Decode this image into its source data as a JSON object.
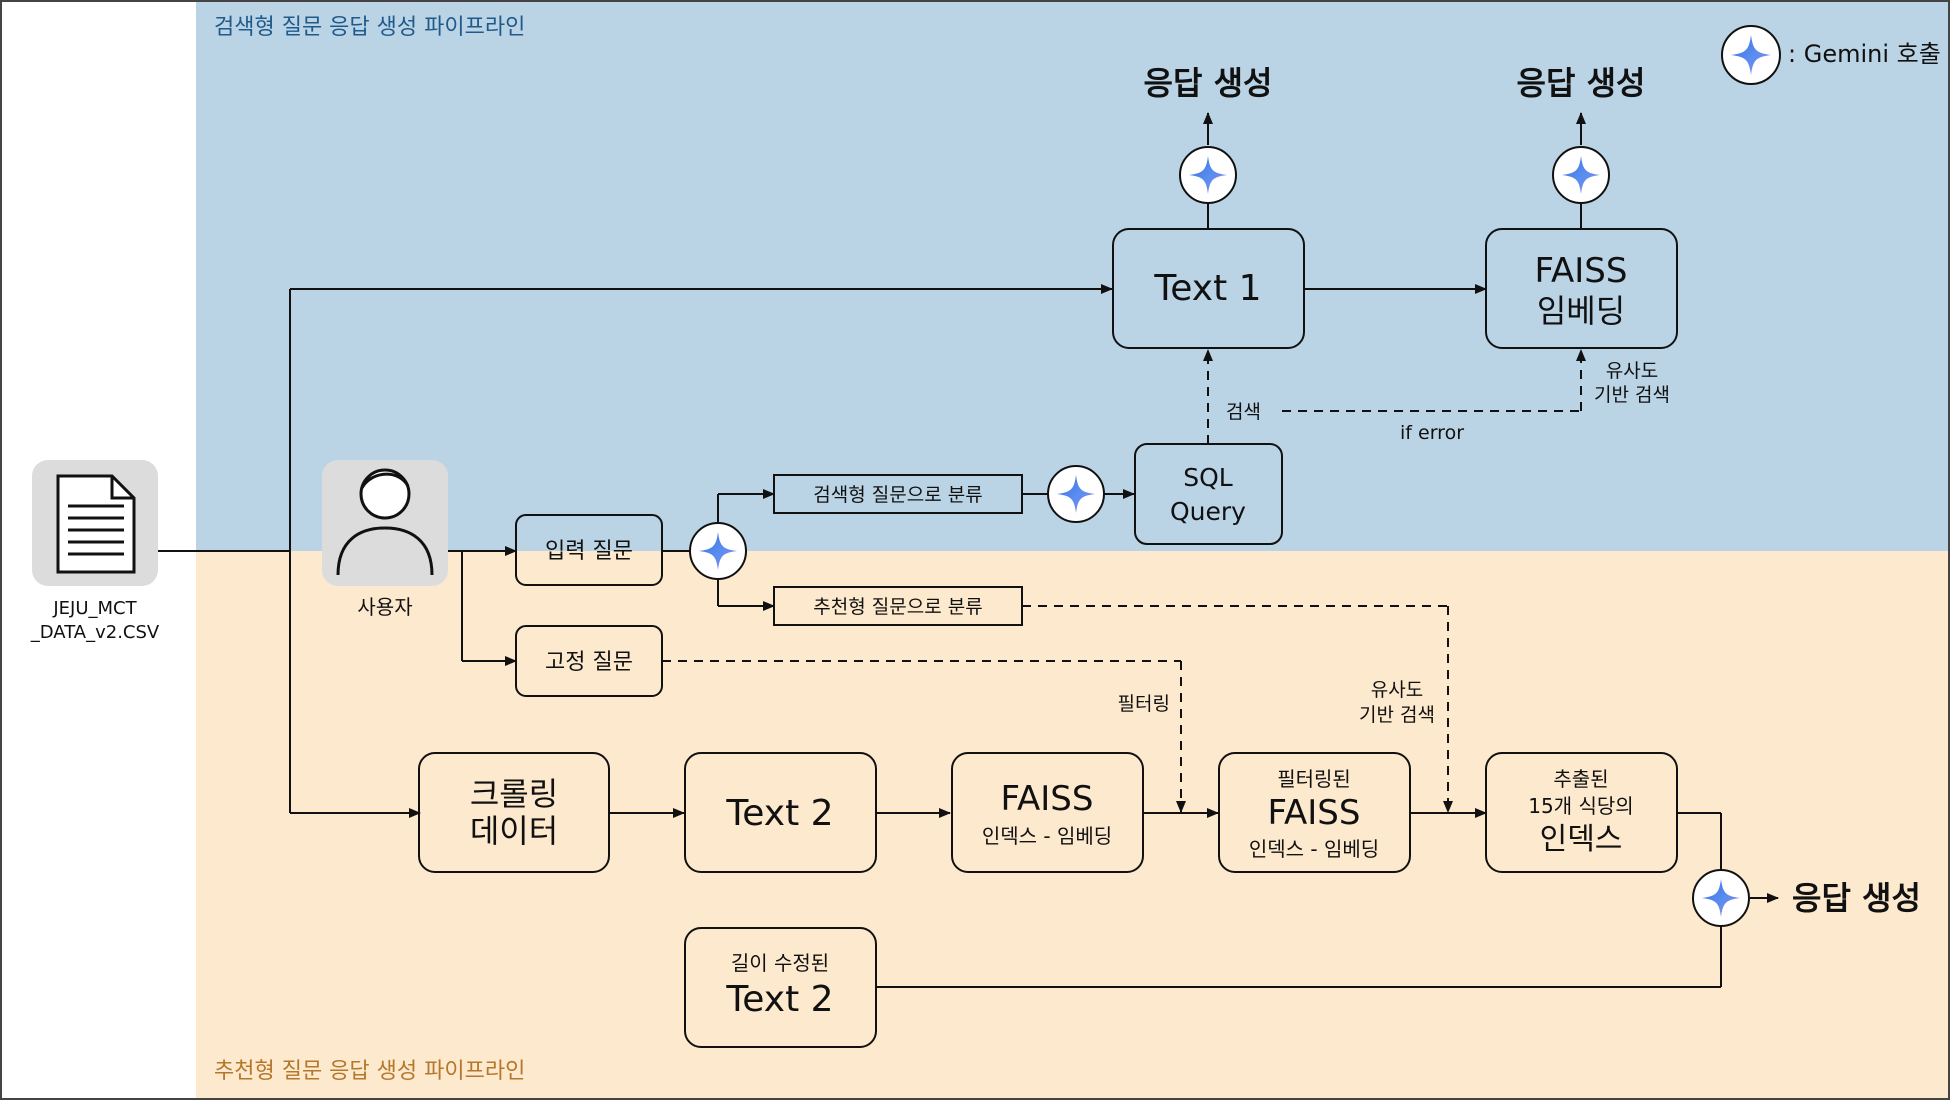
{
  "regions": {
    "search_title": "검색형 질문 응답 생성 파이프라인",
    "recommend_title": "추천형 질문 응답 생성 파이프라인"
  },
  "legend": {
    "label": ": Gemini 호출"
  },
  "source": {
    "line1": "JEJU_MCT",
    "line2": "_DATA_v2.CSV"
  },
  "user": {
    "label": "사용자"
  },
  "boxes": {
    "input_question": "입력 질문",
    "fixed_question": "고정 질문",
    "classify_search": "검색형 질문으로 분류",
    "classify_recommend": "추천형 질문으로 분류",
    "sql_line1": "SQL",
    "sql_line2": "Query",
    "text1": "Text 1",
    "faiss_top_line1": "FAISS",
    "faiss_top_line2": "임베딩",
    "crawl_line1": "크롤링",
    "crawl_line2": "데이터",
    "text2": "Text 2",
    "faiss_idx_line1": "FAISS",
    "faiss_idx_line2": "인덱스 - 임베딩",
    "filtered_line1": "필터링된",
    "filtered_line2": "FAISS",
    "filtered_line3": "인덱스 - 임베딩",
    "extracted_line1": "추출된",
    "extracted_line2": "15개 식당의",
    "extracted_line3": "인덱스",
    "short_line1": "길이 수정된",
    "short_line2": "Text 2"
  },
  "outputs": {
    "response1": "응답 생성",
    "response2": "응답 생성",
    "response3": "응답 생성"
  },
  "edge_labels": {
    "search": "검색",
    "if_error": "if error",
    "similarity_top_1": "유사도",
    "similarity_top_2": "기반 검색",
    "filtering": "필터링",
    "similarity_bottom_1": "유사도",
    "similarity_bottom_2": "기반 검색"
  },
  "colors": {
    "search_region": "#bad4e6",
    "recommend_region": "#fde9cd",
    "search_title": "#1f5a8a",
    "recommend_title": "#b5772a",
    "icon_bg": "#dcdcdc",
    "gemini_blue": "#3b6fe0",
    "gemini_purple": "#8f7ae8"
  }
}
